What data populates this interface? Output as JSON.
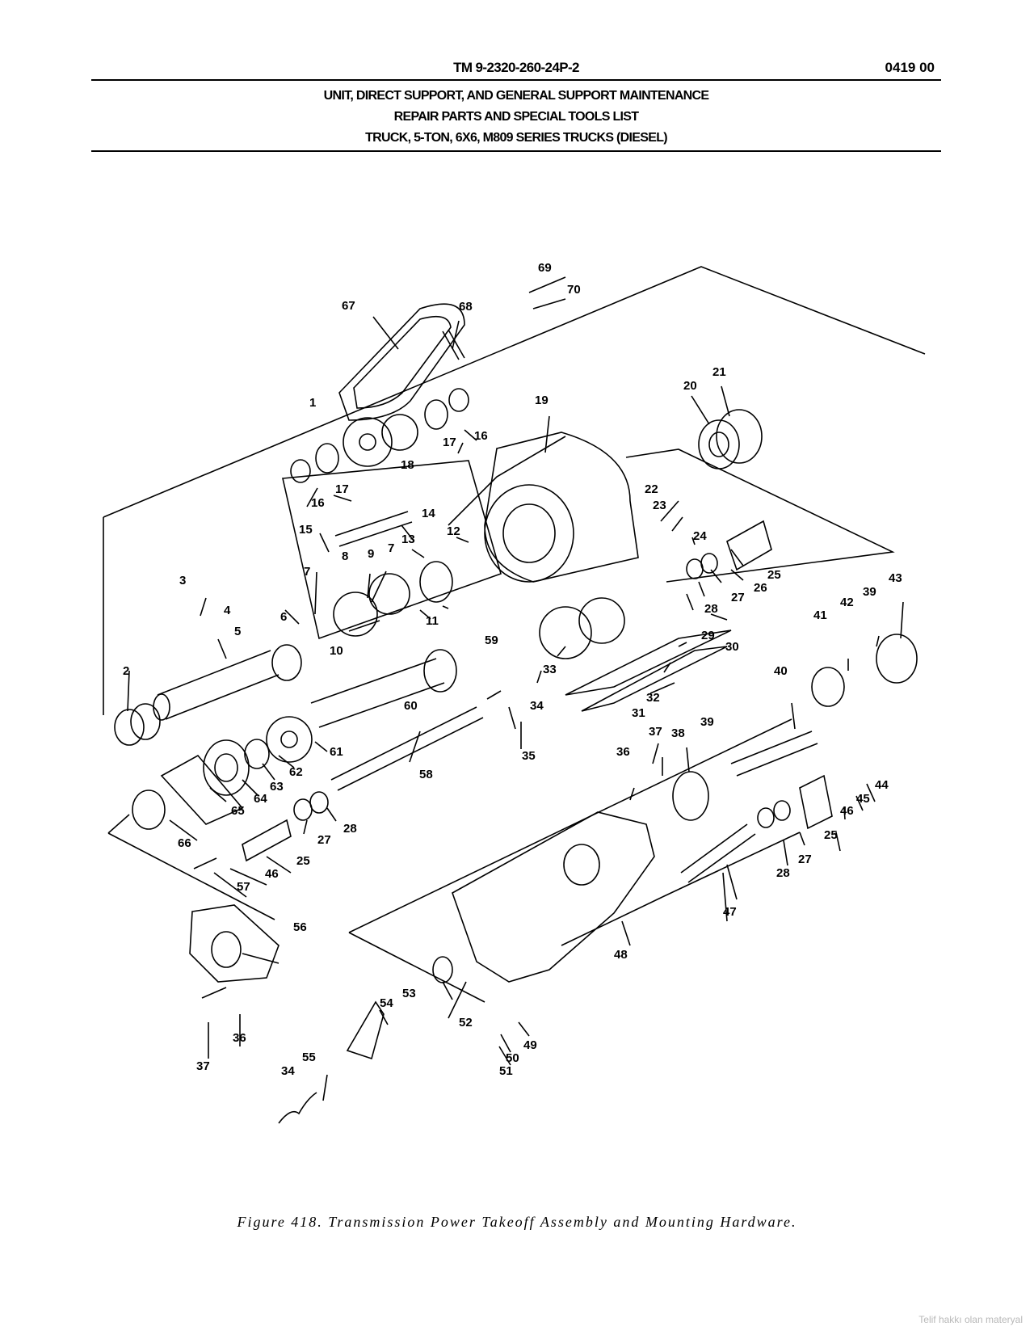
{
  "header": {
    "doc_id": "TM 9-2320-260-24P-2",
    "page_code": "0419 00",
    "title_lines": [
      "UNIT, DIRECT SUPPORT, AND GENERAL SUPPORT MAINTENANCE",
      "REPAIR PARTS AND SPECIAL TOOLS LIST",
      "TRUCK, 5-TON, 6X6, M809 SERIES TRUCKS (DIESEL)"
    ]
  },
  "figure": {
    "caption": "Figure 418. Transmission Power Takeoff Assembly and Mounting Hardware.",
    "callouts": [
      "1",
      "2",
      "3",
      "4",
      "5",
      "6",
      "7",
      "7",
      "8",
      "9",
      "10",
      "11",
      "12",
      "13",
      "14",
      "15",
      "16",
      "16",
      "17",
      "17",
      "18",
      "19",
      "20",
      "21",
      "22",
      "23",
      "24",
      "25",
      "25",
      "25",
      "26",
      "27",
      "27",
      "27",
      "28",
      "28",
      "28",
      "29",
      "30",
      "31",
      "32",
      "33",
      "34",
      "34",
      "35",
      "36",
      "36",
      "37",
      "37",
      "38",
      "39",
      "39",
      "40",
      "41",
      "42",
      "43",
      "44",
      "45",
      "46",
      "46",
      "47",
      "48",
      "49",
      "50",
      "51",
      "52",
      "53",
      "54",
      "55",
      "56",
      "57",
      "58",
      "59",
      "60",
      "61",
      "62",
      "63",
      "64",
      "65",
      "66",
      "67",
      "68",
      "69",
      "70"
    ]
  },
  "watermark": "Telif hakkı olan materyal"
}
